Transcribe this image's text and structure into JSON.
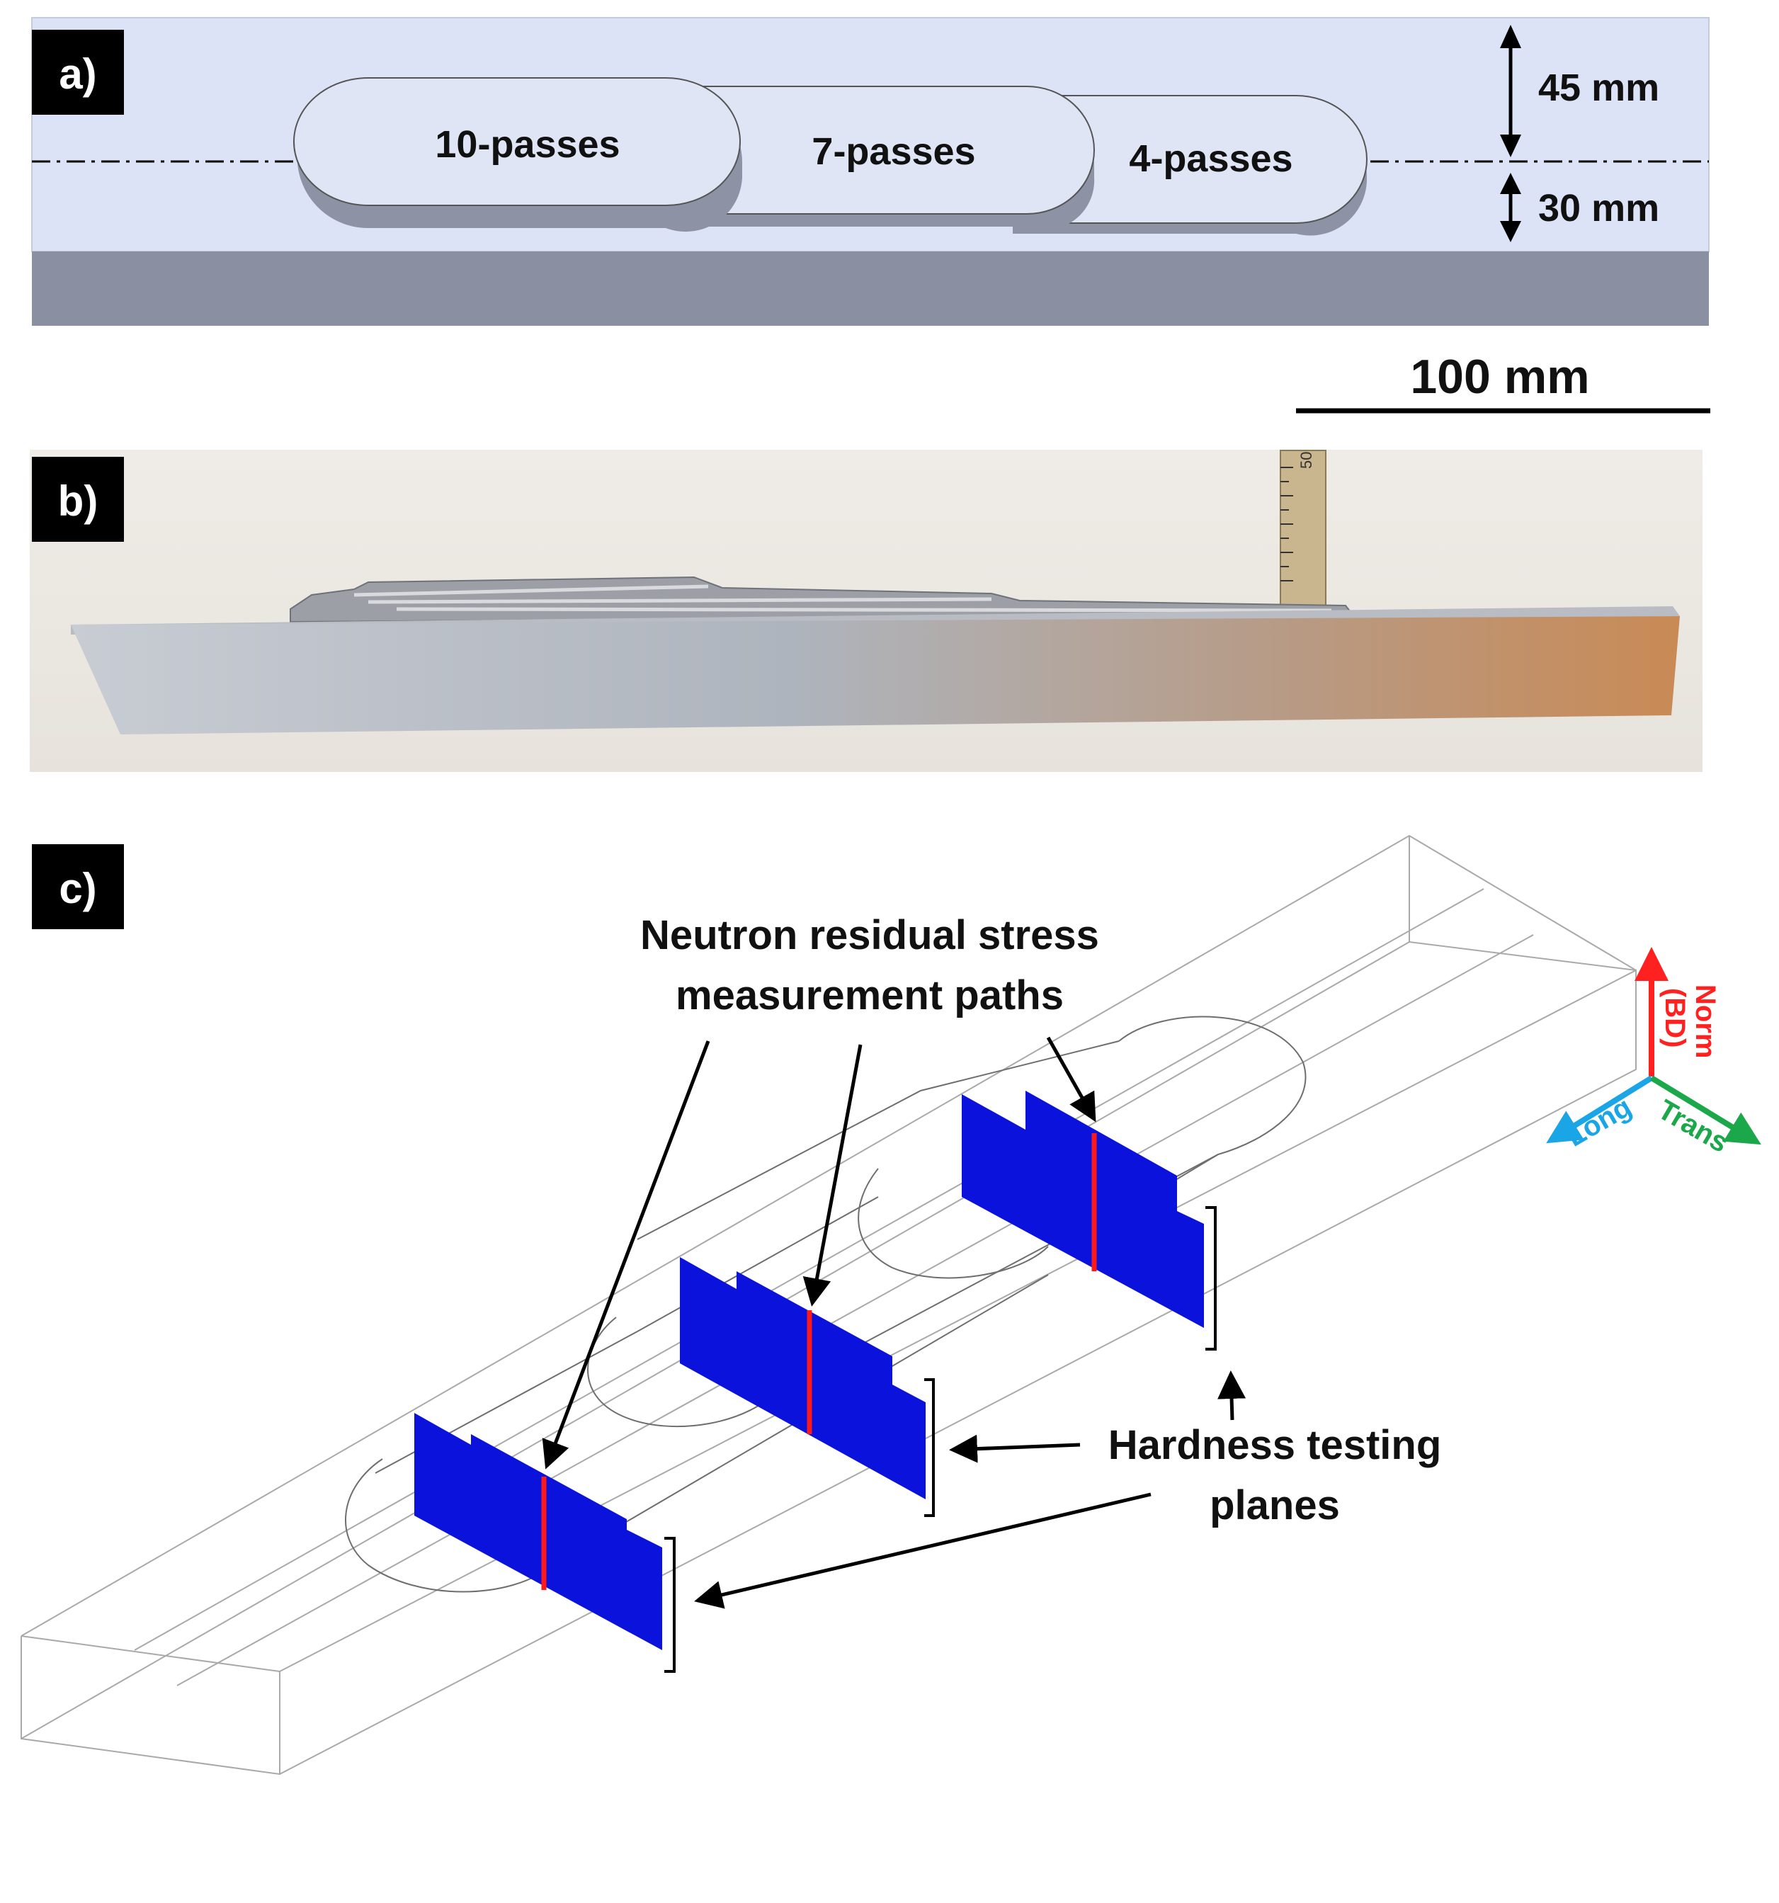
{
  "panel_a": {
    "label": "a)",
    "deposits": [
      "10-passes",
      "7-passes",
      "4-passes"
    ],
    "dim_top": "45 mm",
    "dim_bottom": "30 mm"
  },
  "scale_bar": "100 mm",
  "panel_b": {
    "label": "b)",
    "ruler_mark": "50"
  },
  "panel_c": {
    "label": "c)",
    "neutron_label_1": "Neutron residual stress",
    "neutron_label_2": "measurement paths",
    "hardness_label_1": "Hardness testing",
    "hardness_label_2": "planes",
    "axes": {
      "norm": "Norm",
      "bd": "(BD)",
      "long": "Long",
      "trans": "Trans"
    }
  },
  "colors": {
    "plane": "#0a12dc",
    "path": "#ff1a1a",
    "norm": "#ff2020",
    "long": "#1aa6e6",
    "trans": "#1aa84a"
  }
}
